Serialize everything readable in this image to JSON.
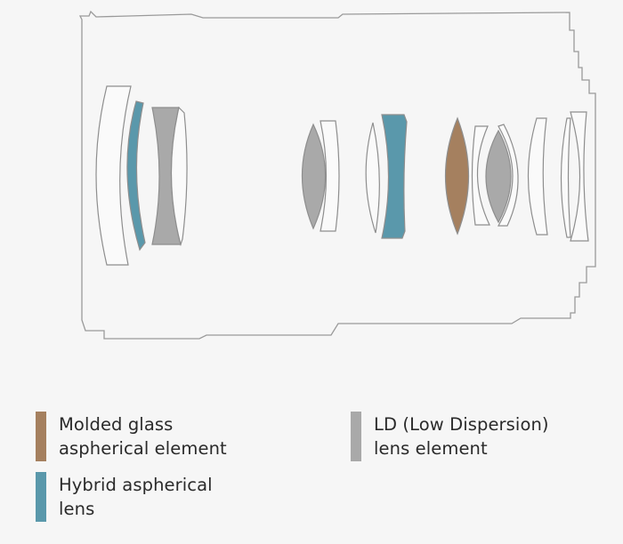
{
  "colors": {
    "background": "#f6f6f6",
    "outline": "#9a9a9a",
    "lens_outline": "#8e8e8e",
    "molded_glass": "#a5805f",
    "hybrid_aspherical": "#5a98ab",
    "ld": "#a9a9a9"
  },
  "legend": {
    "molded": {
      "line1": "Molded glass",
      "line2": "aspherical element",
      "color": "#a5805f"
    },
    "ld": {
      "line1": "LD (Low Dispersion)",
      "line2": "lens element",
      "color": "#a9a9a9"
    },
    "hybrid": {
      "line1": "Hybrid aspherical",
      "line2": "lens",
      "color": "#5a98ab"
    }
  }
}
